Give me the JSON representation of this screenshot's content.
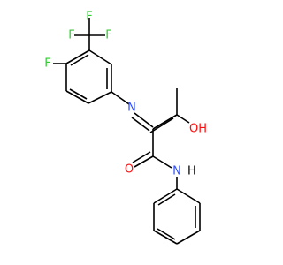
{
  "molecule": {
    "atoms": {
      "f_top": "F",
      "f_left": "F",
      "f_right": "F",
      "f_ring": "F",
      "n_imine": "N",
      "o_hydroxyl": "OH",
      "o_carbonyl": "O",
      "n_amide": "N",
      "h_amide": "H"
    }
  },
  "colors": {
    "bond": "#000000",
    "fluorine": "#33cc33",
    "nitrogen": "#3050f8",
    "oxygen": "#ff0d0d",
    "background": "#ffffff"
  }
}
